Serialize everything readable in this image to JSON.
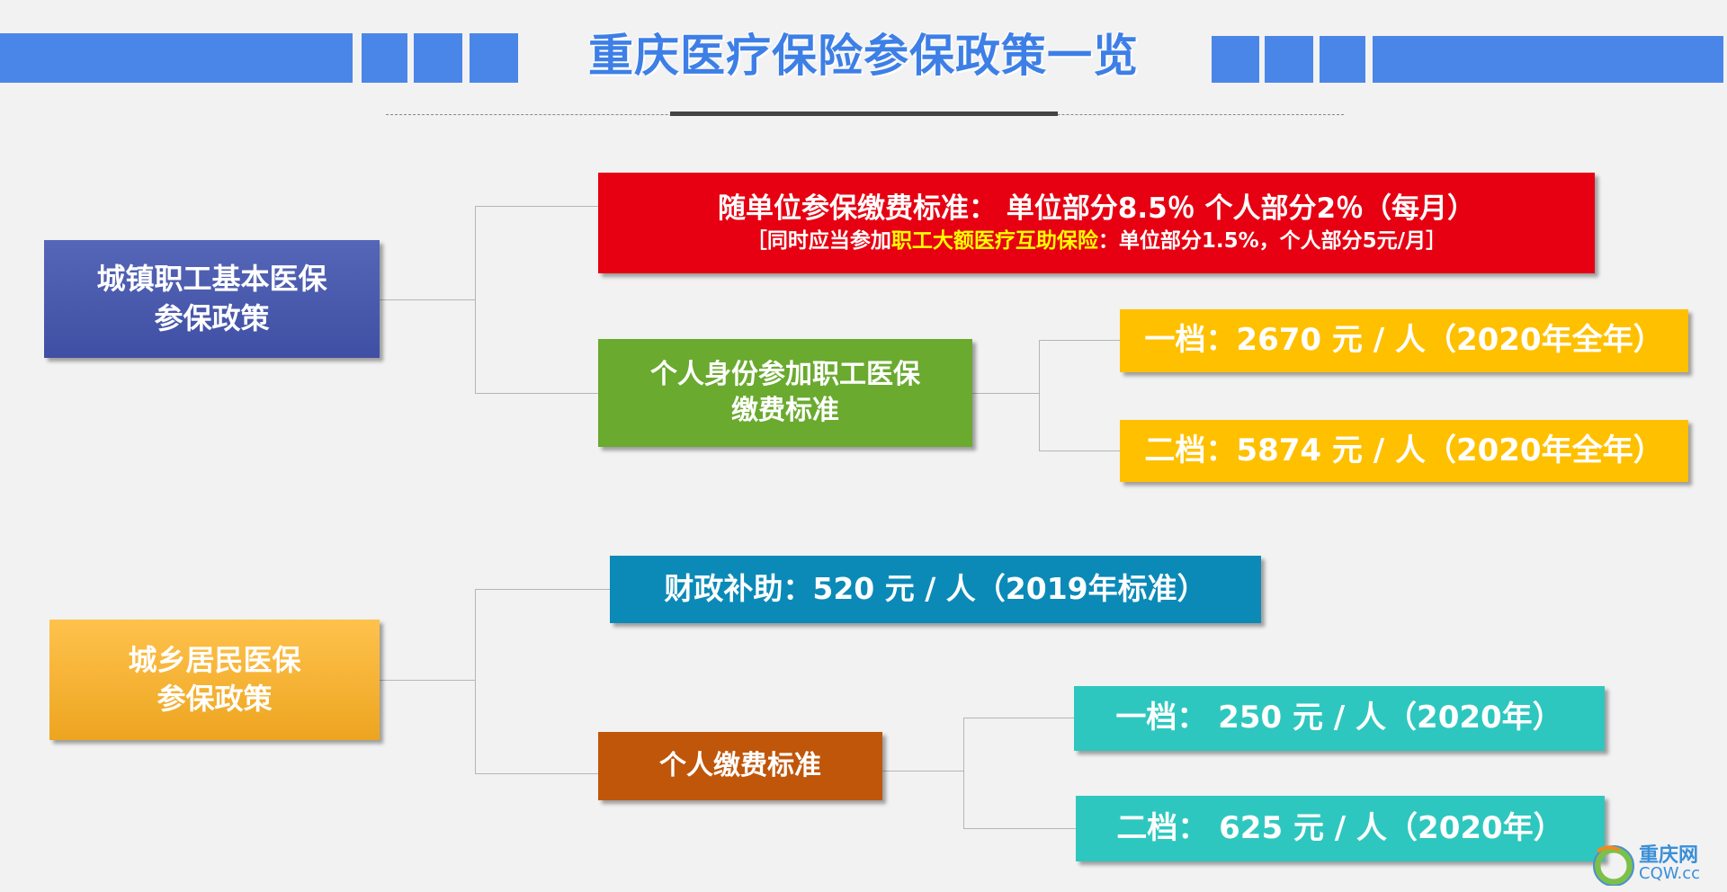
{
  "title": "重庆医疗保险参保政策一览",
  "colors": {
    "banner": "#4a86e8",
    "title": "#3d7fe6",
    "urban_employee": "#4a5aae",
    "red": "#e60012",
    "green": "#6aaa2f",
    "yellow": "#ffc000",
    "blue": "#0b8ab8",
    "orange": "#f5b335",
    "brown": "#c0560a",
    "teal": "#2ec7bf",
    "highlight": "#ffff00"
  },
  "urban_employee": {
    "label_line1": "城镇职工基本医保",
    "label_line2": "参保政策",
    "unit_standard": {
      "line1": "随单位参保缴费标准：  单位部分8.5％   个人部分2％（每月）",
      "line2_prefix": "［同时应当参加",
      "line2_highlight": "职工大额医疗互助保险",
      "line2_suffix": "：单位部分1.5%，个人部分5元/月］"
    },
    "individual": {
      "label_line1": "个人身份参加职工医保",
      "label_line2": "缴费标准",
      "tier1": "一档：2670 元 / 人（2020年全年）",
      "tier2": "二档：5874 元 / 人（2020年全年）"
    }
  },
  "urban_rural": {
    "label_line1": "城乡居民医保",
    "label_line2": "参保政策",
    "subsidy": "财政补助：520 元 / 人（2019年标准）",
    "individual_label": "个人缴费标准",
    "tier1": "一档： 250 元 / 人（2020年）",
    "tier2": "二档： 625 元 / 人（2020年）"
  },
  "watermark": {
    "name": "重庆网",
    "domain": "CQW.cc"
  }
}
